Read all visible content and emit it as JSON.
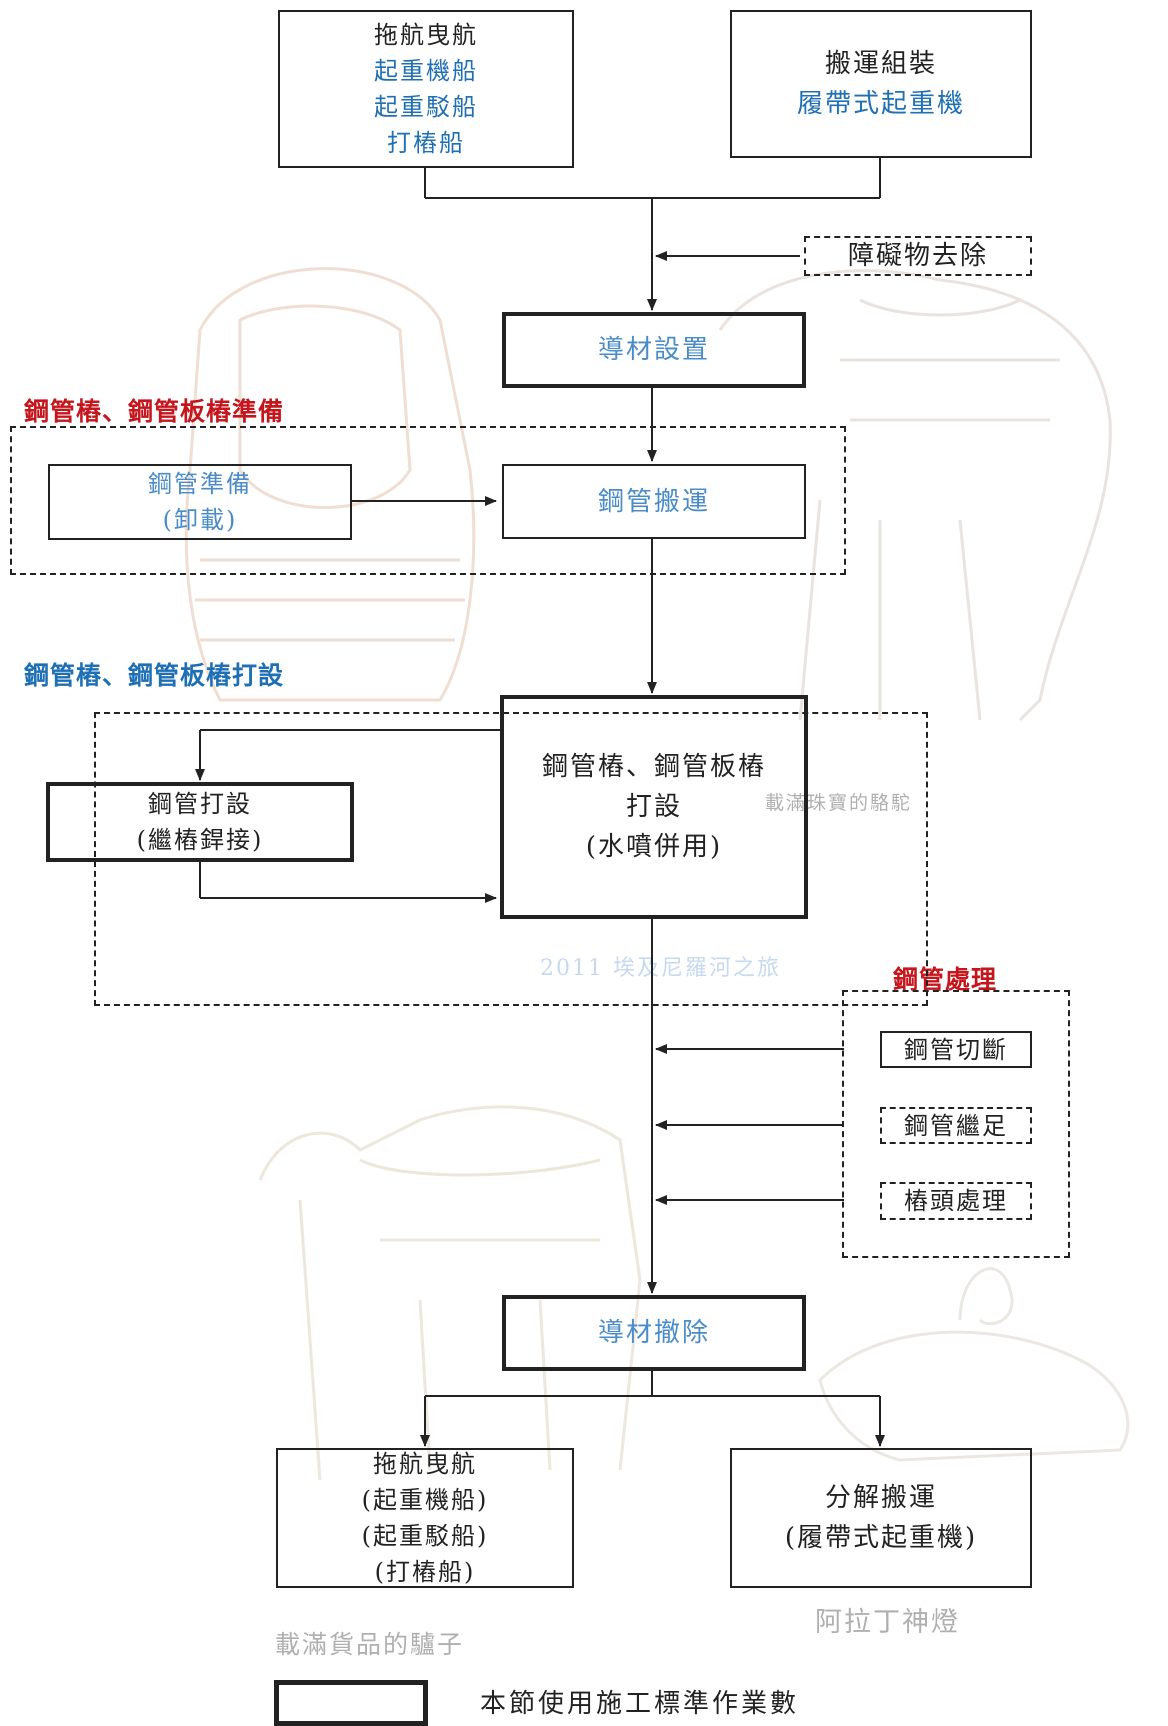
{
  "nodes": {
    "start_left": [
      "拖航曳航",
      "起重機船",
      "起重駁船",
      "打樁船"
    ],
    "start_right": [
      "搬運組裝",
      "履帶式起重機"
    ],
    "obstacle": "障礙物去除",
    "guide_setup": "導材設置",
    "pipe_prep": [
      "鋼管準備",
      "(卸載)"
    ],
    "pipe_transport": "鋼管搬運",
    "pipe_driving_small": [
      "鋼管打設",
      "(繼樁銲接)"
    ],
    "pile_driving_main": [
      "鋼管樁、鋼管板樁",
      "打設",
      "(水噴併用)"
    ],
    "cut": "鋼管切斷",
    "extend": "鋼管繼足",
    "head": "樁頭處理",
    "guide_removal": "導材撤除",
    "end_left": [
      "拖航曳航",
      "(起重機船)",
      "(起重駁船)",
      "(打樁船)"
    ],
    "end_right": [
      "分解搬運",
      "(履帶式起重機)"
    ]
  },
  "sections": {
    "prep": "鋼管樁、鋼管板樁準備",
    "driving": "鋼管樁、鋼管板樁打設",
    "treatment": "鋼管處理"
  },
  "legend": {
    "label": "本節使用施工標準作業數"
  },
  "watermarks": {
    "camel": "載滿珠寶的駱駝",
    "trip": "2011 埃及尼羅河之旅",
    "donkey": "載滿貨品的驢子",
    "lamp": "阿拉丁神燈"
  },
  "colors": {
    "blue": "#1f6fb5",
    "light_blue": "#4a8cc8",
    "red": "#c4161c",
    "line": "#222222"
  }
}
